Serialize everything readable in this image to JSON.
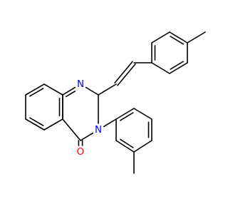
{
  "molecule": {
    "atoms": {
      "n1": {
        "symbol": "N",
        "color": "#0000ff"
      },
      "n3": {
        "symbol": "N",
        "color": "#0000ff"
      },
      "o": {
        "symbol": "O",
        "color": "#ff0000"
      }
    },
    "bond_color": "#000000",
    "background": "#ffffff"
  }
}
